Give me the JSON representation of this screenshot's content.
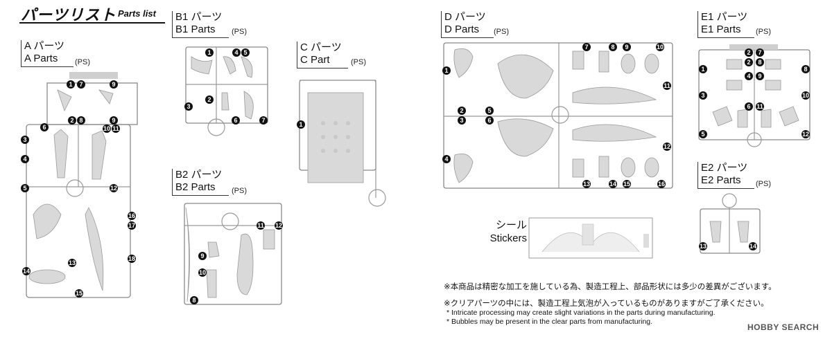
{
  "header": {
    "title_jp": "パーツリスト",
    "title_en": "Parts list"
  },
  "sections": {
    "a": {
      "jp": "A パーツ",
      "en": "A Parts",
      "ps": "(PS)"
    },
    "b1": {
      "jp": "B1 パーツ",
      "en": "B1 Parts",
      "ps": "(PS)"
    },
    "b2": {
      "jp": "B2 パーツ",
      "en": "B2 Parts",
      "ps": "(PS)"
    },
    "c": {
      "jp": "C パーツ",
      "en": "C Part",
      "ps": "(PS)"
    },
    "d": {
      "jp": "D パーツ",
      "en": "D Parts",
      "ps": "(PS)"
    },
    "e1": {
      "jp": "E1 パーツ",
      "en": "E1 Parts",
      "ps": "(PS)"
    },
    "e2": {
      "jp": "E2 パーツ",
      "en": "E2 Parts",
      "ps": "(PS)"
    }
  },
  "stickers": {
    "jp": "シール",
    "en": "Stickers"
  },
  "notes": {
    "jp1": "※本商品は精密な加工を施している為、製造工程上、部品形状には多少の差異がございます。",
    "jp2": "※クリアパーツの中には、製造工程上気泡が入っているものがありますがご了承ください。",
    "en1": "* Intricate processing may create slight variations in the parts during manufacturing.",
    "en2": "* Bubbles may be present in the clear parts from manufacturing."
  },
  "watermark": "HOBBY SEARCH",
  "numbers": {
    "n1": "1",
    "n2": "2",
    "n3": "3",
    "n4": "4",
    "n5": "5",
    "n6": "6",
    "n7": "7",
    "n8": "8",
    "n9": "9",
    "n10": "10",
    "n11": "11",
    "n12": "12",
    "n13": "13",
    "n14": "14",
    "n15": "15",
    "n16": "16",
    "n17": "17",
    "n18": "18"
  }
}
